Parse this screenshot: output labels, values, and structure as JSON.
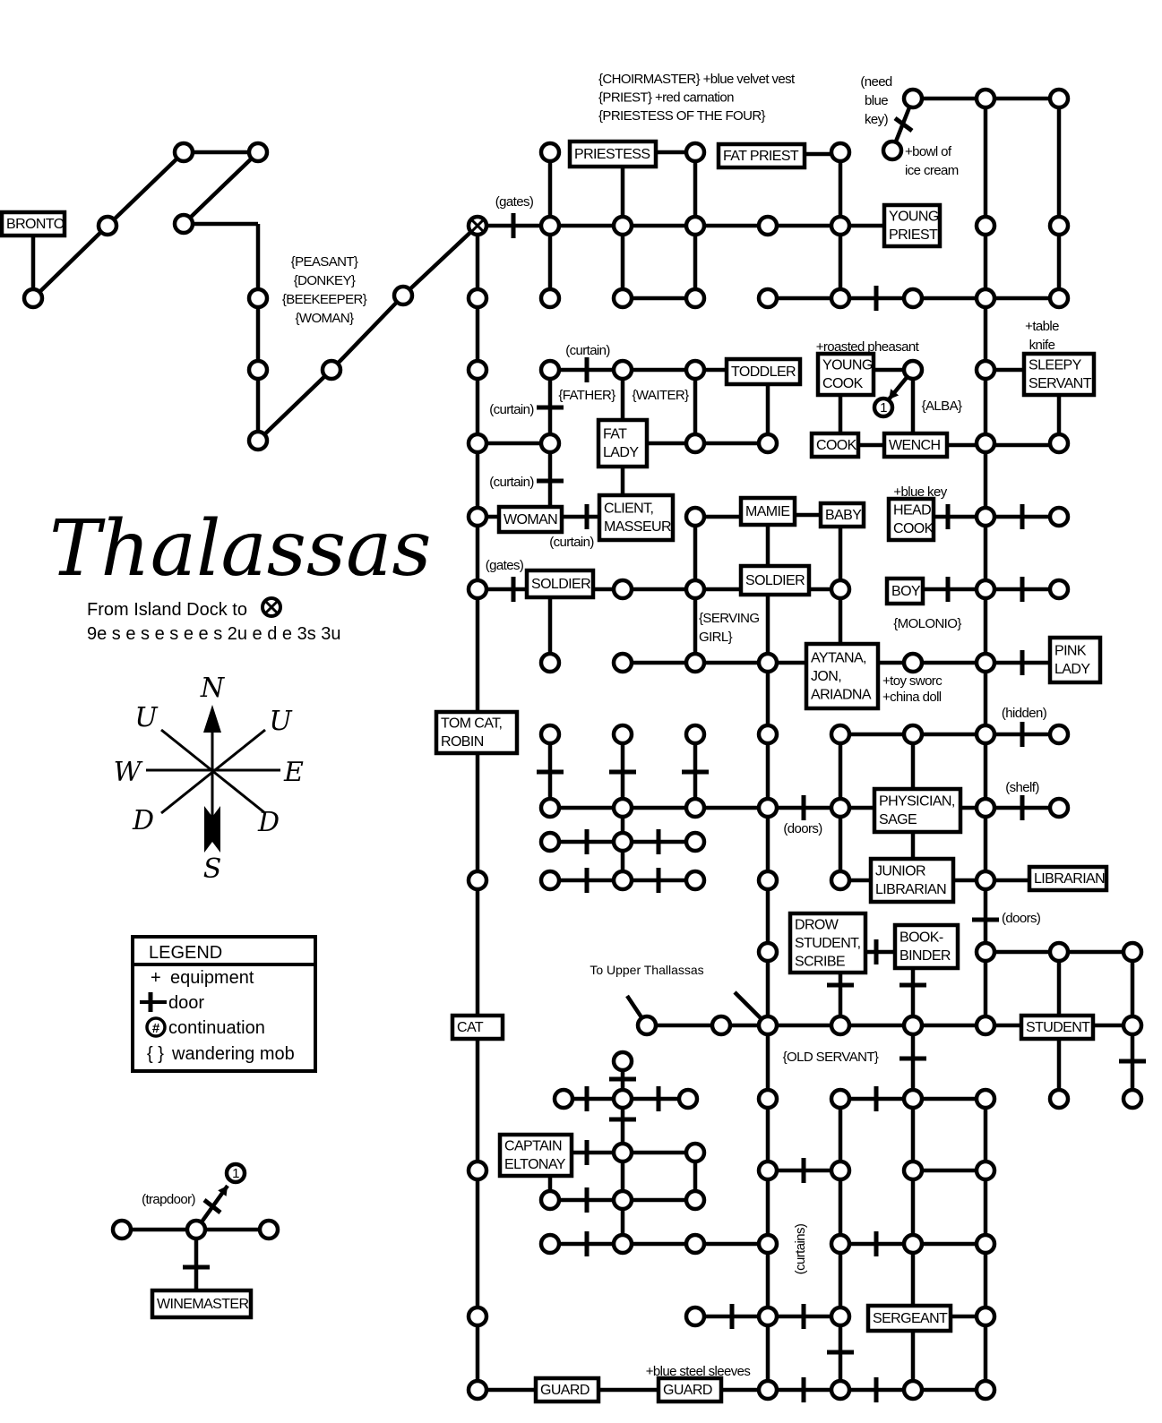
{
  "title": "Thalassas",
  "directions": {
    "line1": "From Island Dock to",
    "line2": "9e s e s e s e e s 2u e d e 3s 3u"
  },
  "compass": {
    "N": "N",
    "S": "S",
    "E": "E",
    "W": "W",
    "U_left": "U",
    "U_right": "U",
    "D_left": "D",
    "D_right": "D"
  },
  "legend": {
    "title": "LEGEND",
    "equipment_symbol": "+",
    "equipment": "equipment",
    "door": "door",
    "continuation_symbol": "#",
    "continuation": "continuation",
    "mob_symbol": "{ }",
    "mob": "wandering mob"
  },
  "continuation_number": "1",
  "rooms": {
    "bronto": [
      "BRONTO"
    ],
    "priestess": [
      "PRIESTESS"
    ],
    "fat_priest": [
      "FAT PRIEST"
    ],
    "young_priest": [
      "YOUNG",
      "PRIEST"
    ],
    "toddler": [
      "TODDLER"
    ],
    "fat_lady": [
      "FAT",
      "LADY"
    ],
    "young_cook": [
      "YOUNG",
      "COOK"
    ],
    "cook": [
      "COOK"
    ],
    "wench": [
      "WENCH"
    ],
    "sleepy_servant": [
      "SLEEPY",
      "SERVANT"
    ],
    "woman": [
      "WOMAN"
    ],
    "client_masseur": [
      "CLIENT,",
      "MASSEUR"
    ],
    "mamie": [
      "MAMIE"
    ],
    "baby": [
      "BABY"
    ],
    "head_cook": [
      "HEAD",
      "COOK"
    ],
    "soldier1": [
      "SOLDIER"
    ],
    "soldier2": [
      "SOLDIER"
    ],
    "boy": [
      "BOY"
    ],
    "aytana": [
      "AYTANA,",
      "JON,",
      "ARIADNA"
    ],
    "pink_lady": [
      "PINK",
      "LADY"
    ],
    "tom_cat_robin": [
      "TOM CAT,",
      "ROBIN"
    ],
    "physician_sage": [
      "PHYSICIAN,",
      "SAGE"
    ],
    "junior_librarian": [
      "JUNIOR",
      "LIBRARIAN"
    ],
    "librarian": [
      "LIBRARIAN"
    ],
    "drow": [
      "DROW",
      "STUDENT,",
      "SCRIBE"
    ],
    "bookbinder": [
      "BOOK-",
      "BINDER"
    ],
    "cat": [
      "CAT"
    ],
    "student": [
      "STUDENT"
    ],
    "captain": [
      "CAPTAIN",
      "ELTONAY"
    ],
    "sergeant": [
      "SERGEANT"
    ],
    "guard1": [
      "GUARD"
    ],
    "guard2": [
      "GUARD"
    ],
    "winemaster": [
      "WINEMASTER"
    ]
  },
  "notes": {
    "temple_mobs": [
      "{CHOIRMASTER} +blue velvet vest",
      "{PRIEST} +red carnation",
      "{PRIESTESS OF THE FOUR}"
    ],
    "need_key": [
      "(need",
      "blue",
      "key)"
    ],
    "ice_cream": [
      "+bowl of",
      "ice cream"
    ],
    "gates_top": [
      "(gates)"
    ],
    "road_mobs": [
      "{PEASANT}",
      "{DONKEY}",
      "{BEEKEEPER}",
      "{WOMAN}"
    ],
    "curtain1": [
      "(curtain)"
    ],
    "curtain2": [
      "(curtain)"
    ],
    "father": [
      "{FATHER}"
    ],
    "waiter": [
      "{WAITER}"
    ],
    "pheasant": [
      "+roasted pheasant"
    ],
    "alba": [
      "{ALBA}"
    ],
    "table_knife": [
      "+table",
      "knife"
    ],
    "curtain3": [
      "(curtain)"
    ],
    "blue_key": [
      "+blue key"
    ],
    "curtain4": [
      "(curtain)"
    ],
    "gates_mid": [
      "(gates)"
    ],
    "serving_girl": [
      "{SERVING",
      "GIRL}"
    ],
    "molonio": [
      "{MOLONIO}"
    ],
    "toys": [
      "+toy sworc",
      "+china doll"
    ],
    "hidden": [
      "(hidden)"
    ],
    "shelf": [
      "(shelf)"
    ],
    "doors1": [
      "(doors)"
    ],
    "doors2": [
      "(doors)"
    ],
    "upper": [
      "To Upper Thallassas"
    ],
    "old_servant": [
      "{OLD SERVANT}"
    ],
    "curtains": [
      "(curtains)"
    ],
    "sleeves": [
      "+blue steel sleeves"
    ],
    "trapdoor": [
      "(trapdoor)"
    ]
  }
}
